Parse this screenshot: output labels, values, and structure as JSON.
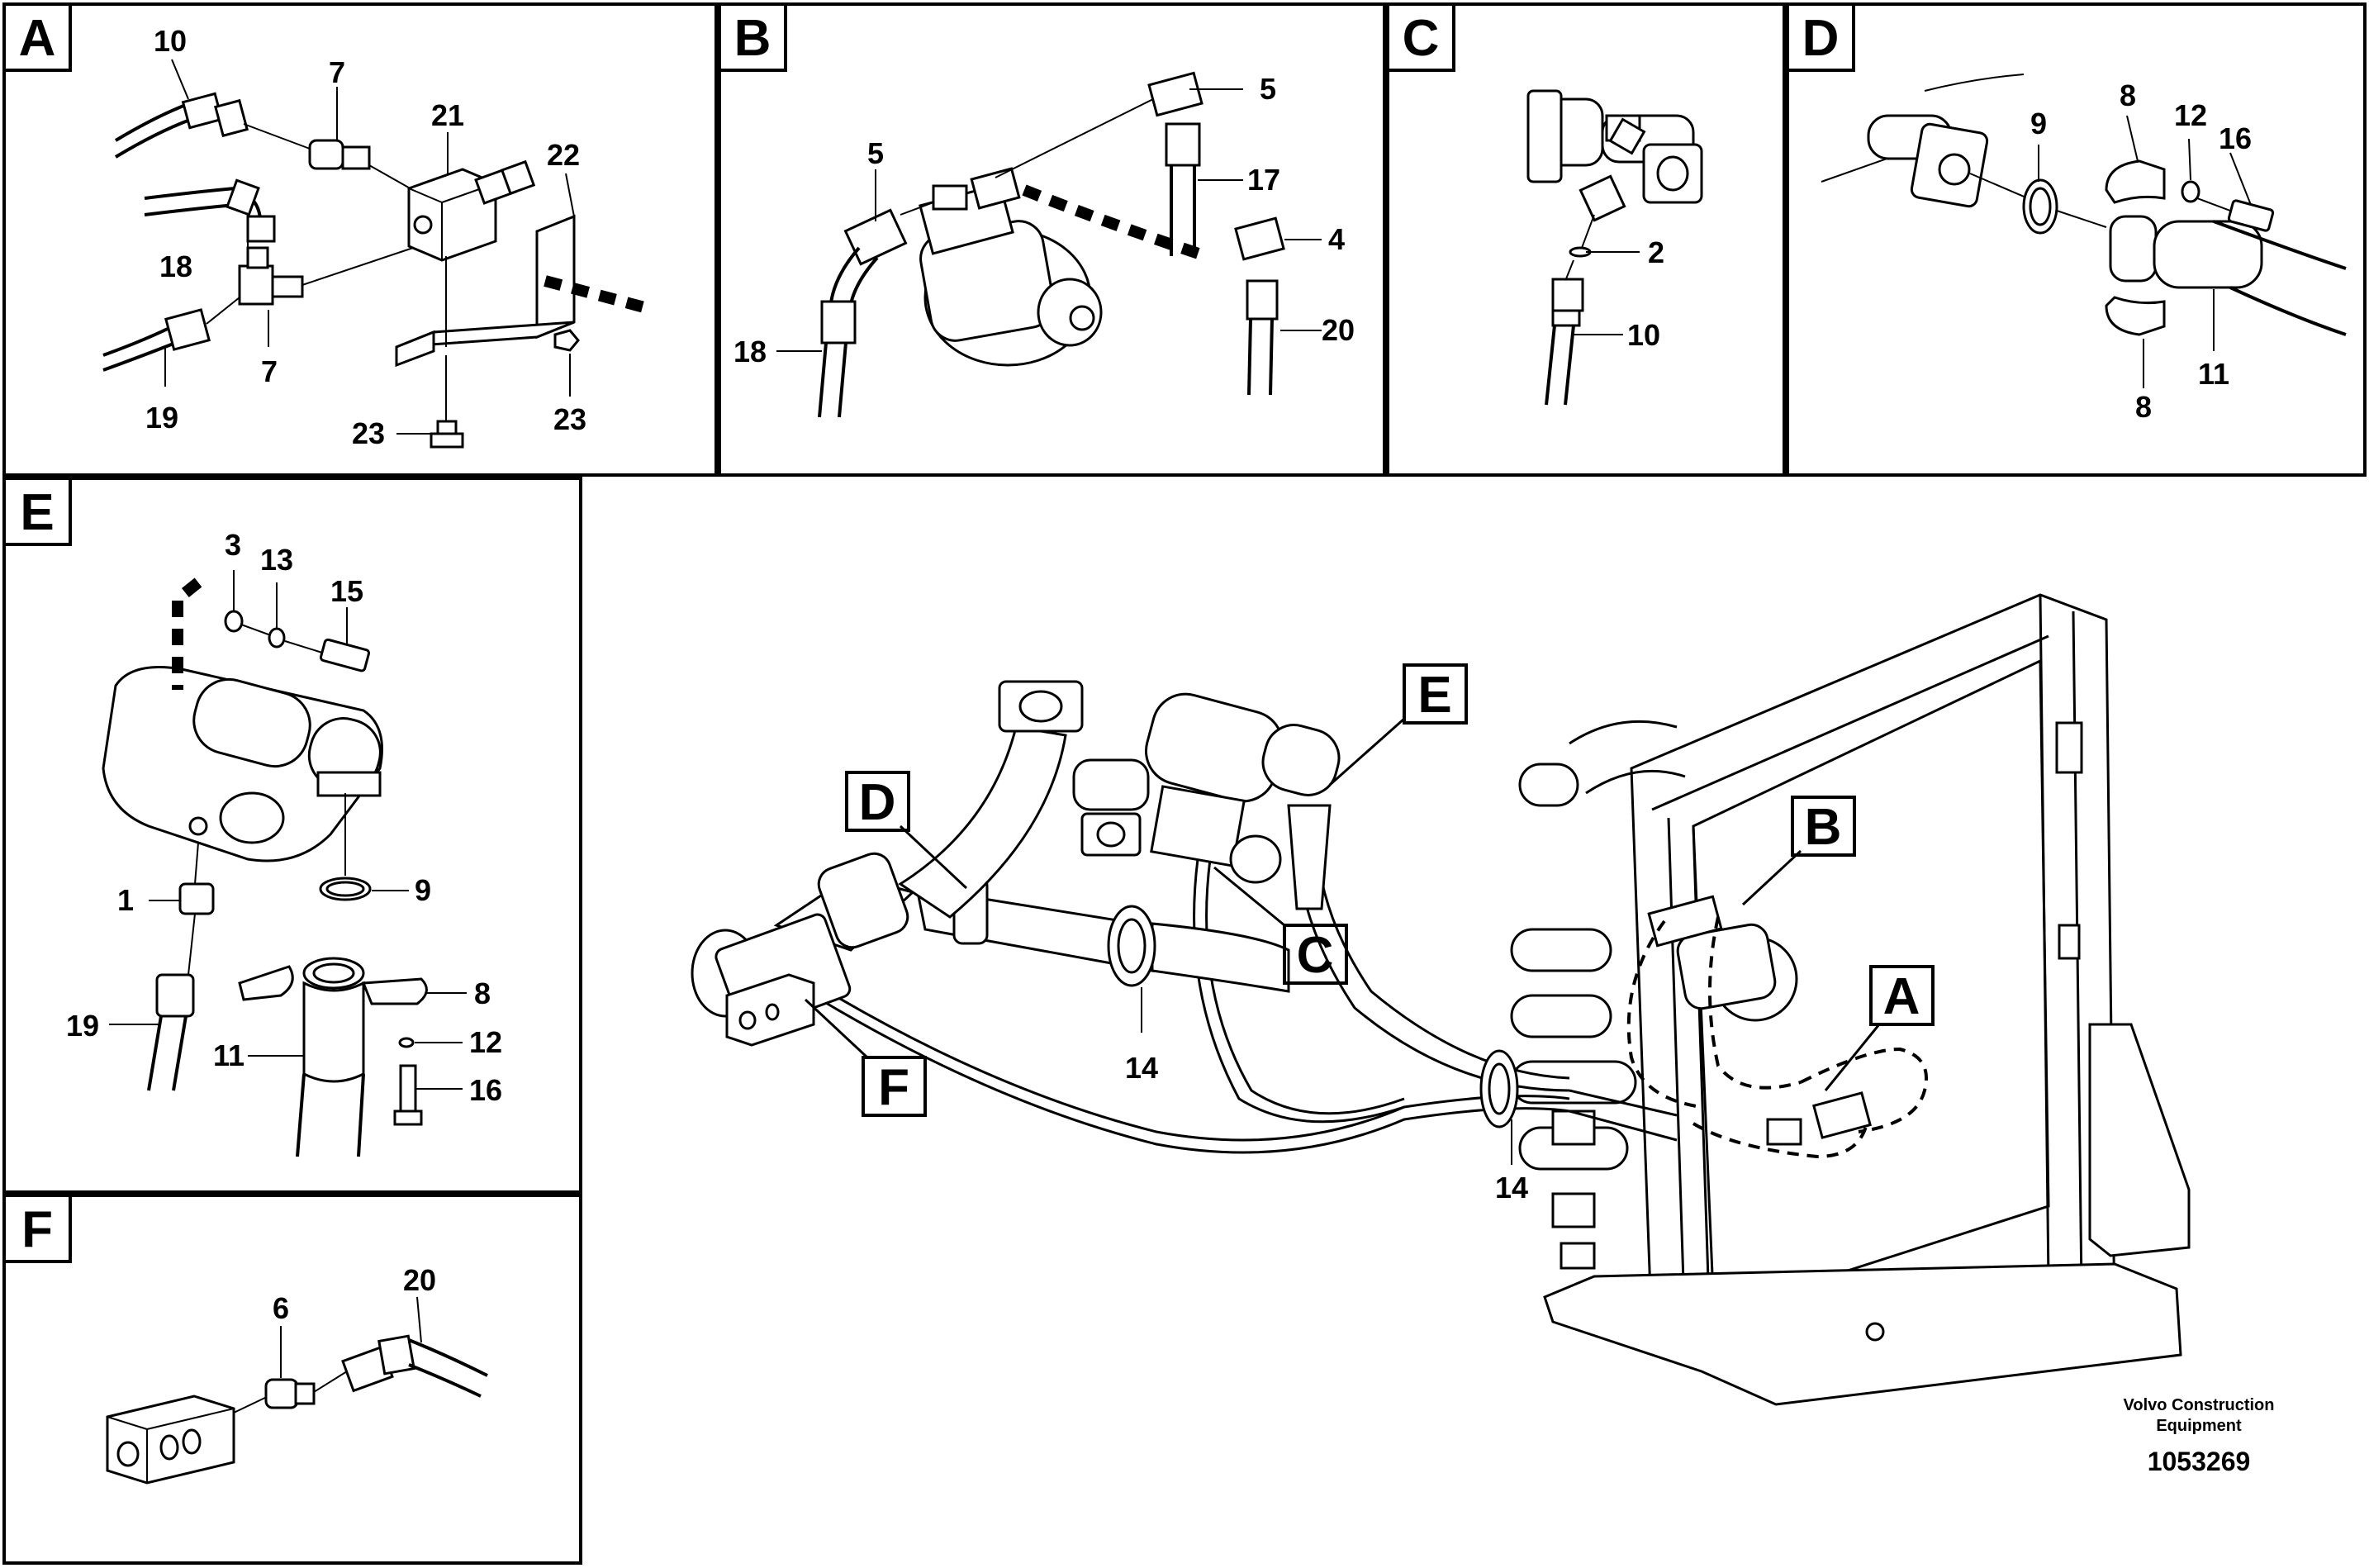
{
  "panels": {
    "A": {
      "letter": "A",
      "labels": [
        "10",
        "7",
        "21",
        "22",
        "18",
        "7",
        "19",
        "23",
        "23"
      ]
    },
    "B": {
      "letter": "B",
      "labels": [
        "5",
        "5",
        "17",
        "4",
        "18",
        "20"
      ]
    },
    "C": {
      "letter": "C",
      "labels": [
        "2",
        "10"
      ]
    },
    "D": {
      "letter": "D",
      "labels": [
        "9",
        "8",
        "12",
        "16",
        "11",
        "8"
      ]
    },
    "E": {
      "letter": "E",
      "labels": [
        "3",
        "13",
        "15",
        "9",
        "1",
        "8",
        "19",
        "11",
        "12",
        "16"
      ]
    },
    "F": {
      "letter": "F",
      "labels": [
        "6",
        "20"
      ]
    }
  },
  "main": {
    "callouts": [
      "D",
      "E",
      "C",
      "F",
      "B",
      "A"
    ],
    "labels": [
      "14",
      "14"
    ]
  },
  "footer": {
    "credit_line1": "Volvo Construction",
    "credit_line2": "Equipment",
    "doc_number": "1053269"
  }
}
